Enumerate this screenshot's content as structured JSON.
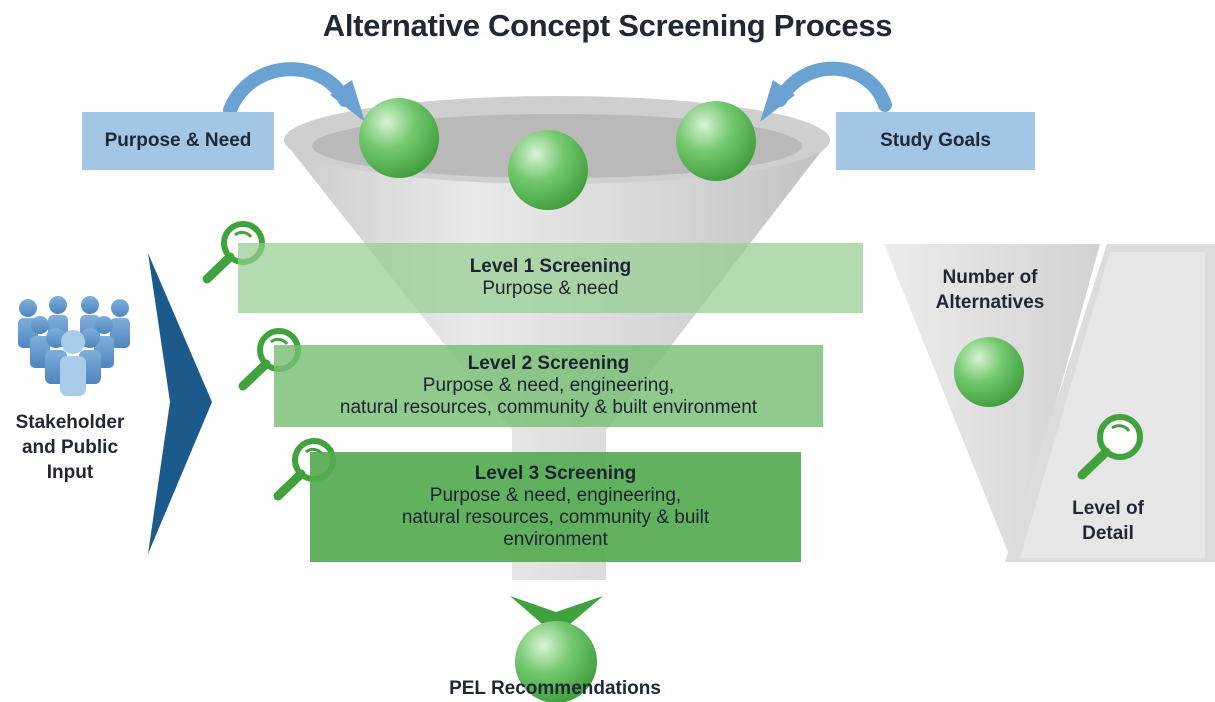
{
  "title": "Alternative Concept Screening Process",
  "inputs": {
    "purpose_need": "Purpose & Need",
    "study_goals": "Study Goals"
  },
  "levels": [
    {
      "title": "Level 1 Screening",
      "lines": [
        "Purpose & need"
      ]
    },
    {
      "title": "Level 2 Screening",
      "lines": [
        "Purpose & need, engineering,",
        "natural resources, community & built environment"
      ]
    },
    {
      "title": "Level 3 Screening",
      "lines": [
        "Purpose & need, engineering,",
        "natural resources, community & built",
        "environment"
      ]
    }
  ],
  "stakeholder": {
    "line1": "Stakeholder",
    "line2": "and Public",
    "line3": "Input"
  },
  "right_panel": {
    "alternatives_line1": "Number of",
    "alternatives_line2": "Alternatives",
    "detail_line1": "Level of",
    "detail_line2": "Detail"
  },
  "output": "PEL Recommendations",
  "colors": {
    "title_text": "#1f2833",
    "input_box": "#a3c6e6",
    "arrow_blue": "#6ba2d4",
    "funnel_gray": "#d9d9d9",
    "green_sphere": "#5cbf5a",
    "level1": "#96cd91",
    "level2": "#78be73",
    "level3": "#55aa50",
    "magnifier_green": "#3fa23c",
    "chevron_navy": "#1d5a8c",
    "people_blue": "#5a8fc4"
  },
  "icons": [
    "magnifier-icon",
    "people-group-icon",
    "chevron-right-icon",
    "chevron-down-icon",
    "curved-arrow-icon",
    "green-sphere-icon"
  ]
}
